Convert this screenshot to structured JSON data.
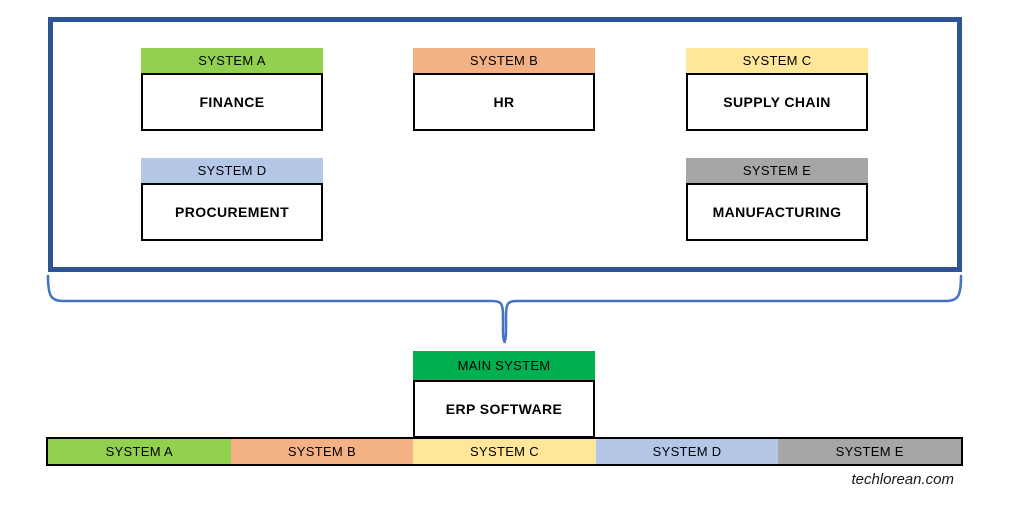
{
  "colors": {
    "frame_border": "#2F5496",
    "brace": "#4472C4",
    "box_border": "#000000",
    "main_system_green": "#00B050"
  },
  "subsystems": [
    {
      "label": "SYSTEM A",
      "name": "FINANCE",
      "color": "#92D050"
    },
    {
      "label": "SYSTEM B",
      "name": "HR",
      "color": "#F4B183"
    },
    {
      "label": "SYSTEM C",
      "name": "SUPPLY CHAIN",
      "color": "#FFE699"
    },
    {
      "label": "SYSTEM D",
      "name": "PROCUREMENT",
      "color": "#B4C7E7"
    },
    {
      "label": "SYSTEM E",
      "name": "MANUFACTURING",
      "color": "#A6A6A6"
    }
  ],
  "main_system": {
    "label": "MAIN SYSTEM",
    "name": "ERP SOFTWARE",
    "color": "#00B050"
  },
  "bottom_bar": {
    "segments": [
      {
        "label": "SYSTEM A",
        "color": "#92D050"
      },
      {
        "label": "SYSTEM B",
        "color": "#F4B183"
      },
      {
        "label": "SYSTEM C",
        "color": "#FFE699"
      },
      {
        "label": "SYSTEM D",
        "color": "#B4C7E7"
      },
      {
        "label": "SYSTEM E",
        "color": "#A6A6A6"
      }
    ]
  },
  "footer": {
    "watermark": "techlorean.com"
  }
}
